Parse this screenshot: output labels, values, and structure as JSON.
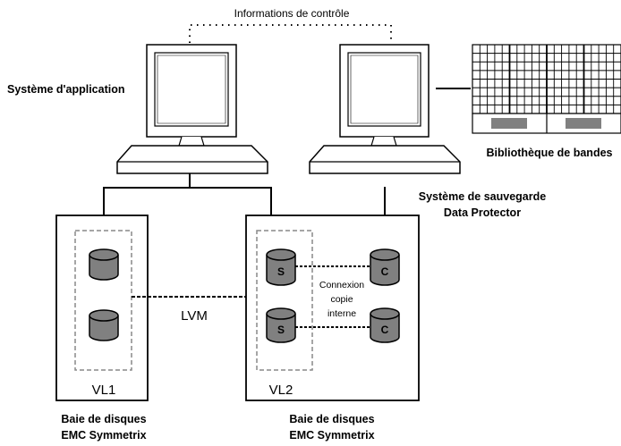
{
  "labels": {
    "control_info": "Informations de contrôle",
    "app_system": "Système d'application",
    "tape_library": "Bibliothèque de bandes",
    "backup_system_line1": "Système de sauvegarde",
    "backup_system_line2": "Data Protector",
    "array_left_line1": "Baie de disques",
    "array_left_line2": "EMC Symmetrix",
    "array_right_line1": "Baie de disques",
    "array_right_line2": "EMC Symmetrix",
    "lvm": "LVM",
    "vl1": "VL1",
    "vl2": "VL2",
    "connection_line1": "Connexion",
    "connection_line2": "copie",
    "connection_line3": "interne",
    "source_disk_1": "S",
    "source_disk_2": "S",
    "copy_disk_1": "C",
    "copy_disk_2": "C"
  },
  "colors": {
    "line": "#000000",
    "disk_fill": "#808080",
    "tape_slot": "#808080",
    "dashed_group": "#888888"
  }
}
